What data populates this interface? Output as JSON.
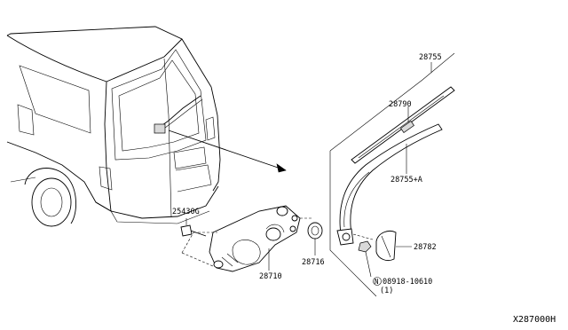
{
  "diagram": {
    "reference_code": "X287000H",
    "parts": [
      {
        "id": "part-28755",
        "number": "28755"
      },
      {
        "id": "part-28790",
        "number": "28790"
      },
      {
        "id": "part-28755A",
        "number": "28755+A"
      },
      {
        "id": "part-25430G",
        "number": "25430G"
      },
      {
        "id": "part-28716",
        "number": "28716"
      },
      {
        "id": "part-28782",
        "number": "28782"
      },
      {
        "id": "part-28710",
        "number": "28710"
      },
      {
        "id": "part-nut",
        "number": "08918-10610",
        "symbol": "N",
        "quantity": "(1)"
      }
    ]
  }
}
